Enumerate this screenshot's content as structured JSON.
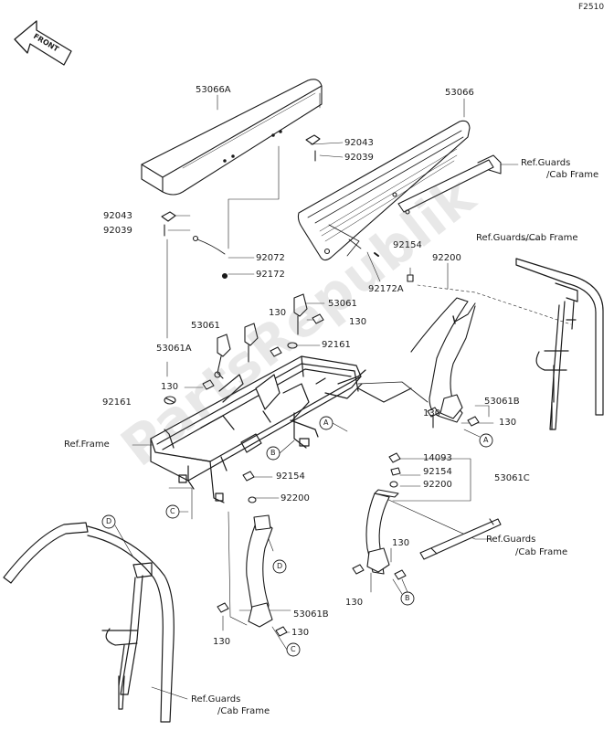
{
  "figure_code": "F2510",
  "front_arrow_text": "FRONT",
  "watermark": "PartsRepublik",
  "labels": {
    "p53066A": "53066A",
    "p53066": "53066",
    "p92043_top": "92043",
    "p92039_top": "92039",
    "p92043_left": "92043",
    "p92039_left": "92039",
    "p92072": "92072",
    "p92172": "92172",
    "p92172A": "92172A",
    "p92154_a": "92154",
    "p92200_a": "92200",
    "p53061_a": "53061",
    "p53061_b": "53061",
    "p130_a": "130",
    "p130_b": "130",
    "p53061A": "53061A",
    "p92161_a": "92161",
    "p130_c": "130",
    "p92161_b": "92161",
    "p53061B_r": "53061B",
    "p130_d": "130",
    "p130_e": "130",
    "p14093": "14093",
    "p92154_b": "92154",
    "p92200_b": "92200",
    "p53061C": "53061C",
    "p92154_c": "92154",
    "p92200_c": "92200",
    "p130_f": "130",
    "p130_g": "130",
    "p53061B_l": "53061B",
    "p130_h": "130",
    "p130_i": "130"
  },
  "refs": {
    "guards_top_1": "Ref.Guards",
    "guards_top_2": "/Cab Frame",
    "guards_mid": "Ref.Guards/Cab Frame",
    "frame": "Ref.Frame",
    "guards_rb_1": "Ref.Guards",
    "guards_rb_2": "/Cab Frame",
    "guards_bot_1": "Ref.Guards",
    "guards_bot_2": "/Cab Frame"
  },
  "callouts": {
    "A": "A",
    "B": "B",
    "C": "C",
    "D": "D"
  }
}
